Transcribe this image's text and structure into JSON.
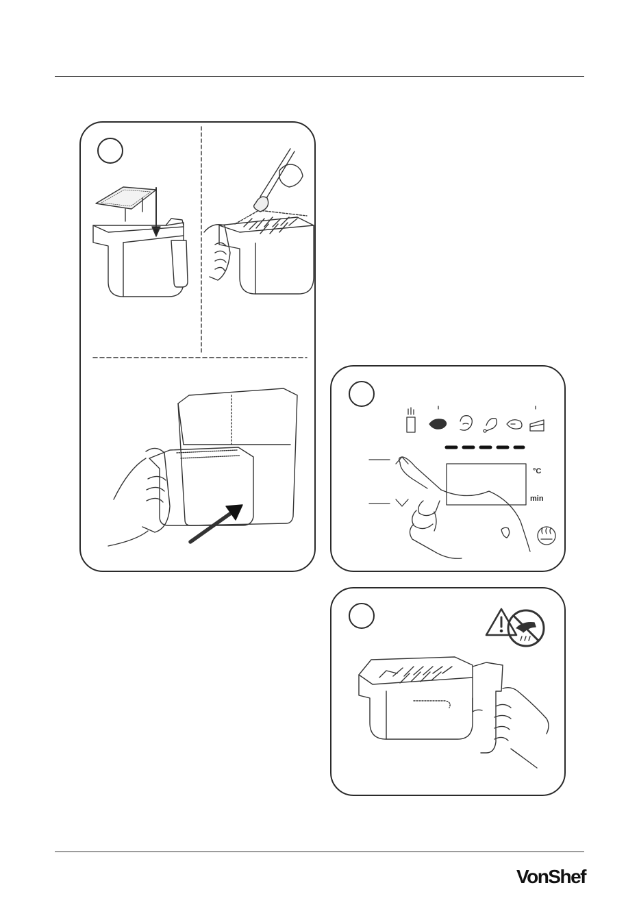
{
  "brand": {
    "logo_text": "VonShef"
  },
  "control_panel": {
    "unit_celsius": "°C",
    "unit_minutes": "min"
  },
  "icons": {
    "preset_1": "fries-icon",
    "preset_2": "steak-icon",
    "preset_3": "shrimp-icon",
    "preset_4": "chicken-drumstick-icon",
    "preset_5": "fish-icon",
    "preset_6": "cake-icon",
    "warning": "warning-triangle-icon",
    "hot_surface": "hot-surface-hand-icon",
    "keep_warm": "keep-warm-icon"
  }
}
